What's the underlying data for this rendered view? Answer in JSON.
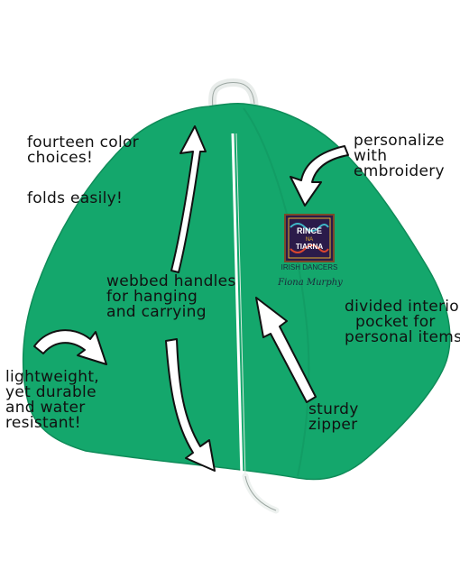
{
  "colors": {
    "bag": "#14a76c",
    "bag_shadow": "#0f8c59",
    "handle": "#eef2f0",
    "zipper": "#ffffff",
    "arrow_fill": "#ffffff",
    "arrow_stroke": "#111111",
    "text": "#111111",
    "patch_dark": "#2b1b4a",
    "patch_accent": "#e7b22c"
  },
  "annotations": {
    "colors": [
      "fourteen color",
      "choices!"
    ],
    "folds": [
      "folds easily!"
    ],
    "handles": [
      "webbed handles",
      "for hanging",
      "and carrying"
    ],
    "lightweight": [
      "lightweight,",
      "yet durable",
      "and water",
      "resistant!"
    ],
    "personalize": [
      "personalize",
      "with",
      "embroidery"
    ],
    "pocket": [
      "divided interior",
      "pocket for",
      "personal items"
    ],
    "zipper": [
      "sturdy",
      "zipper"
    ]
  },
  "embroidery": {
    "line1": "RINCE",
    "line2": "NA",
    "line3": "TIARNA",
    "line4": "IRISH DANCERS",
    "name": "Fiona Murphy"
  },
  "icons": [
    "curved-arrow-icon",
    "straight-arrow-icon"
  ]
}
